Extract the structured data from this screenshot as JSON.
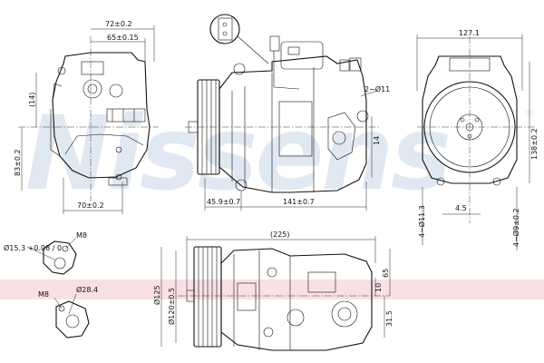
{
  "watermark": {
    "brand": "Nissens",
    "registered_mark": "®"
  },
  "dimensions": {
    "left_view": {
      "width_72": "72±0.2",
      "width_65": "65±0.15",
      "height_14": "(14)",
      "height_83": "83±0.2",
      "width_70": "70±0.2"
    },
    "center_view": {
      "bore": "2−Ø11",
      "height_14": "14",
      "width_45": "45.9±0.7",
      "width_141": "141±0.7"
    },
    "right_view": {
      "width_127": "127.1",
      "height_138": "138±0.2",
      "hole_113": "4−Ø11.3",
      "offset_45": "4.5",
      "hole_9": "4−Ø9±0.2"
    },
    "bottom_view": {
      "length_225": "(225)",
      "dia_125": "Ø125",
      "dia_120": "Ø120±0.5",
      "h_65": "65",
      "h_10": "10",
      "h_315": "31.5"
    },
    "port_details": {
      "dia_153": "Ø15.3 +0.08 / 0",
      "thread_m8_top": "M8",
      "thread_m8_bottom": "M8",
      "dia_284": "Ø28.4"
    }
  }
}
